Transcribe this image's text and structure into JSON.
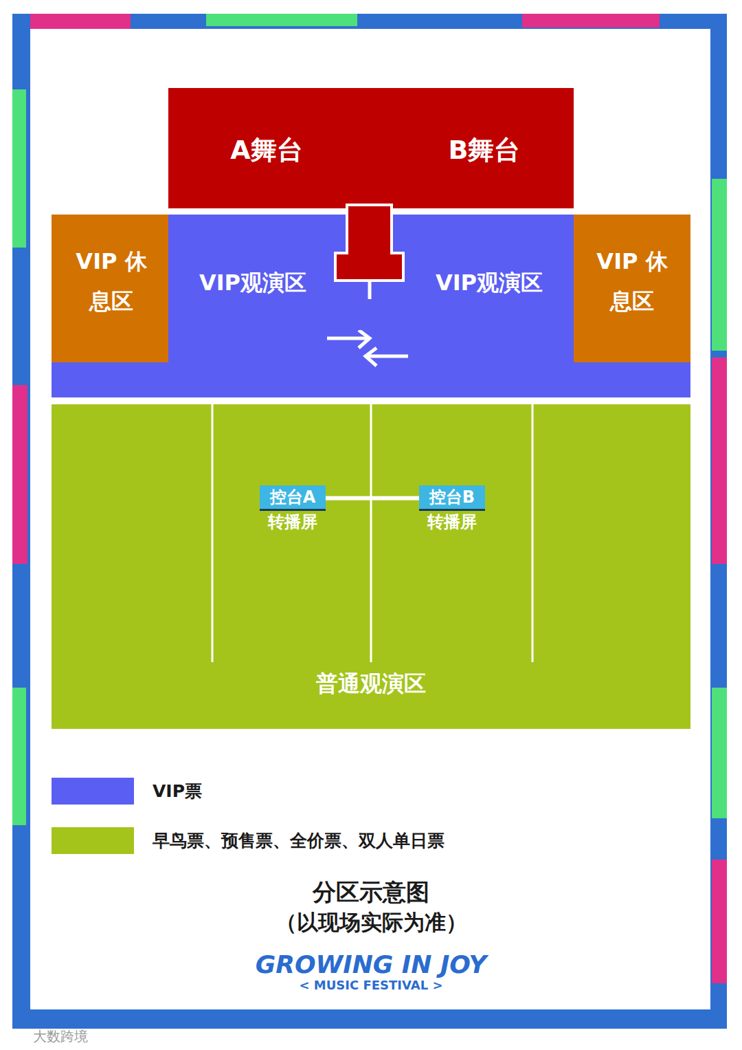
{
  "diagram": {
    "caption": "分区示意图",
    "nodes": [
      {
        "text": [
          "A舞台",
          "B舞台"
        ]
      },
      {
        "text": [
          "VIP 休息区"
        ]
      },
      {
        "text": [
          "VIP观演区",
          "VIP观演区"
        ]
      },
      {
        "text": [
          "VIP 休息区"
        ]
      },
      {
        "text": [
          "普通观演区"
        ]
      },
      {
        "text": [
          "控台A",
          "转播屏"
        ],
        "in": 4
      },
      {
        "text": [
          "控台B",
          "转播屏"
        ],
        "in": 4
      }
    ],
    "edges": [
      {
        "from": 5,
        "to": 6,
        "arrow": "none"
      }
    ],
    "labels": [
      "（以现场实际为准）",
      "GROWING IN JOY",
      "< MUSIC FESTIVAL >",
      "大数跨境"
    ],
    "legend": [
      {
        "text": "VIP票",
        "color": "#5b5ef2"
      },
      {
        "text": "早鸟票、预售票、全价票、双人单日票",
        "color": "#a4c41b"
      }
    ]
  }
}
